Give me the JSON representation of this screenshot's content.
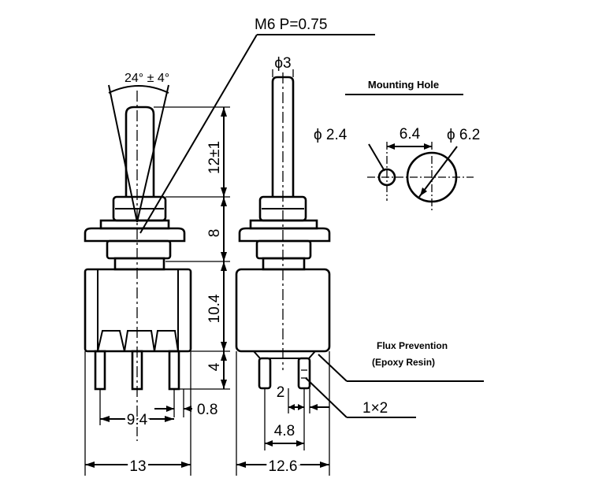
{
  "labels": {
    "thread": "M6 P=0.75",
    "angle": "24° ± 4°",
    "lever_length": "12±1",
    "bushing_height": "8",
    "body_height": "10.4",
    "terminal_length": "4",
    "pin_spacing": "9.4",
    "pin_thickness": "0.8",
    "body_width": "13",
    "lever_dia": "ϕ3",
    "side_width": "12.6",
    "side_pin_spacing": "2",
    "side_pin_span": "4.8",
    "pin_section": "1×2",
    "mounting_title": "Mounting Hole",
    "hole_small": "ϕ 2.4",
    "hole_spacing": "6.4",
    "hole_large": "ϕ 6.2",
    "flux_line1": "Flux Prevention",
    "flux_line2": "(Epoxy Resin)"
  }
}
